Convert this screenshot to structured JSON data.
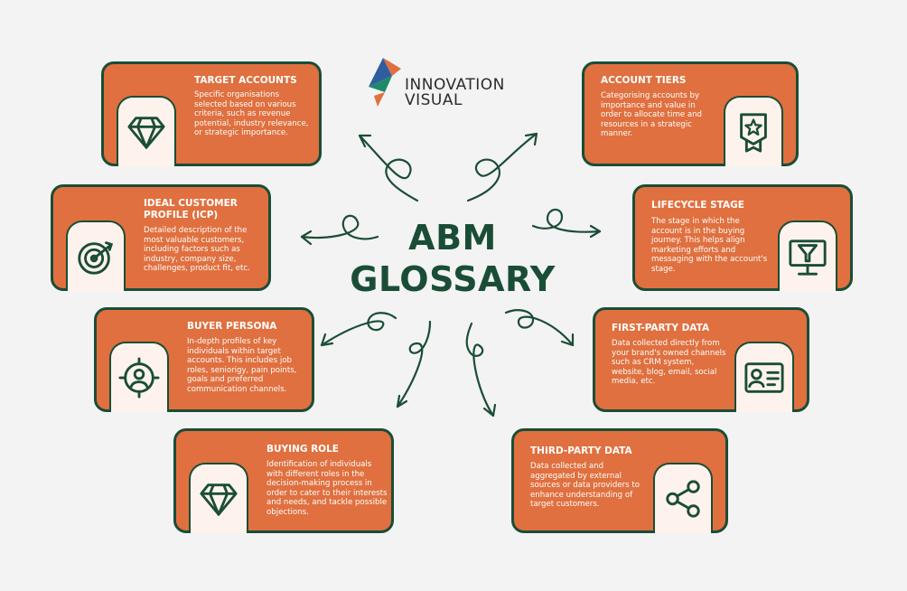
{
  "logo": {
    "line1": "INNOVATION",
    "line2": "VISUAL"
  },
  "center": {
    "line1": "ABM",
    "line2": "GLOSSARY"
  },
  "cards": {
    "target_accounts": {
      "title": "TARGET ACCOUNTS",
      "desc": "Specific organisations selected based on various criteria, such as revenue potential, industry relevance, or strategic importance.",
      "icon": "diamond-icon"
    },
    "icp": {
      "title": "IDEAL CUSTOMER PROFILE (ICP)",
      "desc": "Detailed description of the most valuable customers, including factors such as industry, company size, challenges, product fit, etc.",
      "icon": "target-arrow-icon"
    },
    "buyer_persona": {
      "title": "BUYER PERSONA",
      "desc": "In-depth profiles of key individuals within target accounts. This includes job roles, seniorigy, pain points, goals and preferred communication channels.",
      "icon": "persona-target-icon"
    },
    "buying_role": {
      "title": "BUYING ROLE",
      "desc": "Identification of individuals with different roles in the decision-making process in order to cater to their interests and needs, and tackle possible objections.",
      "icon": "diamond-icon"
    },
    "account_tiers": {
      "title": "ACCOUNT TIERS",
      "desc": "Categorising accounts by importance and value in order to allocate time and resources in a strategic manner.",
      "icon": "badge-star-icon"
    },
    "lifecycle_stage": {
      "title": "LIFECYCLE STAGE",
      "desc": "The stage in which the account is in the buying journey. This helps align marketing efforts and messaging with the account's stage.",
      "icon": "monitor-funnel-icon"
    },
    "first_party": {
      "title": "FIRST-PARTY DATA",
      "desc": "Data collected directly from your brand's owned channels such as CRM system, website, blog, email, social media, etc.",
      "icon": "id-card-icon"
    },
    "third_party": {
      "title": "THIRD-PARTY DATA",
      "desc": "Data collected and aggregated by external sources or data providers to enhance understanding of target customers.",
      "icon": "share-icon"
    }
  },
  "colors": {
    "card": "#e0703f",
    "border": "#1a4d36",
    "icon_bg": "#fdf3ec",
    "title": "#1a4d36"
  }
}
